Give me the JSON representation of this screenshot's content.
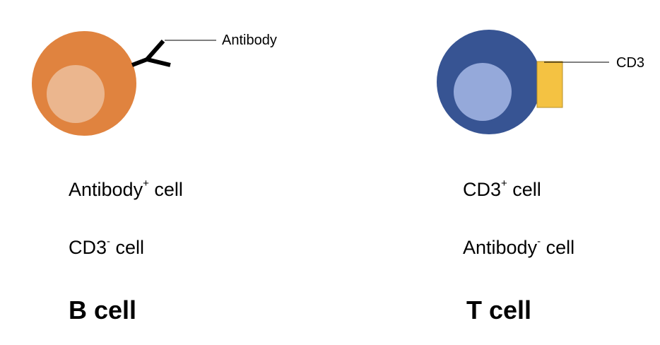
{
  "colors": {
    "b_cell_outer": "#E0833F",
    "b_cell_inner": "#EBB68E",
    "t_cell_outer": "#375493",
    "t_cell_inner": "#95A9DA",
    "cd3_marker": "#F4C242",
    "antibody": "#000000"
  },
  "b_cell": {
    "pointer_label": "Antibody",
    "line1_main": "Antibody",
    "line1_sup": "+",
    "line1_rest": " cell",
    "line2_main": "CD3",
    "line2_sup": "-",
    "line2_rest": " cell",
    "title": "B cell"
  },
  "t_cell": {
    "pointer_label": "CD3",
    "line1_main": "CD3",
    "line1_sup": "+",
    "line1_rest": " cell",
    "line2_main": "Antibody",
    "line2_sup": "-",
    "line2_rest": " cell",
    "title": "T cell"
  }
}
